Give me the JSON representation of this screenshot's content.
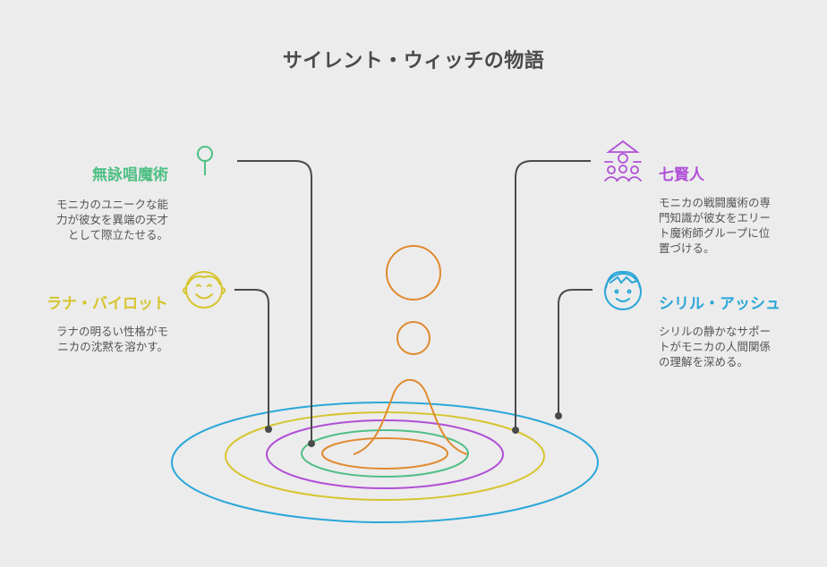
{
  "title": "サイレント・ウィッチの物語",
  "colors": {
    "orange": "#e08a2e",
    "green": "#4fbf84",
    "purple": "#b04fd6",
    "yellow": "#d6c52e",
    "blue": "#2aa7d8",
    "line": "#4a4a4a"
  },
  "items": {
    "silent_casting": {
      "heading": "無詠唱魔術",
      "desc": [
        "モニカのユニークな能",
        "力が彼女を異端の天才",
        "として際立たせる。"
      ],
      "icon": "map-pin-icon"
    },
    "lana": {
      "heading": "ラナ・バイロット",
      "desc": [
        "ラナの明るい性格がモ",
        "ニカの沈黙を溶かす。"
      ],
      "icon": "smiling-face-icon"
    },
    "seven_sages": {
      "heading": "七賢人",
      "desc": [
        "モニカの戦闘魔術の専",
        "門知識が彼女をエリー",
        "ト魔術師グループに位",
        "置づける。"
      ],
      "icon": "group-icon"
    },
    "cyril": {
      "heading": "シリル・アッシュ",
      "desc": [
        "シリルの静かなサポー",
        "トがモニカの人間関係",
        "の理解を深める。"
      ],
      "icon": "boy-face-icon"
    }
  }
}
